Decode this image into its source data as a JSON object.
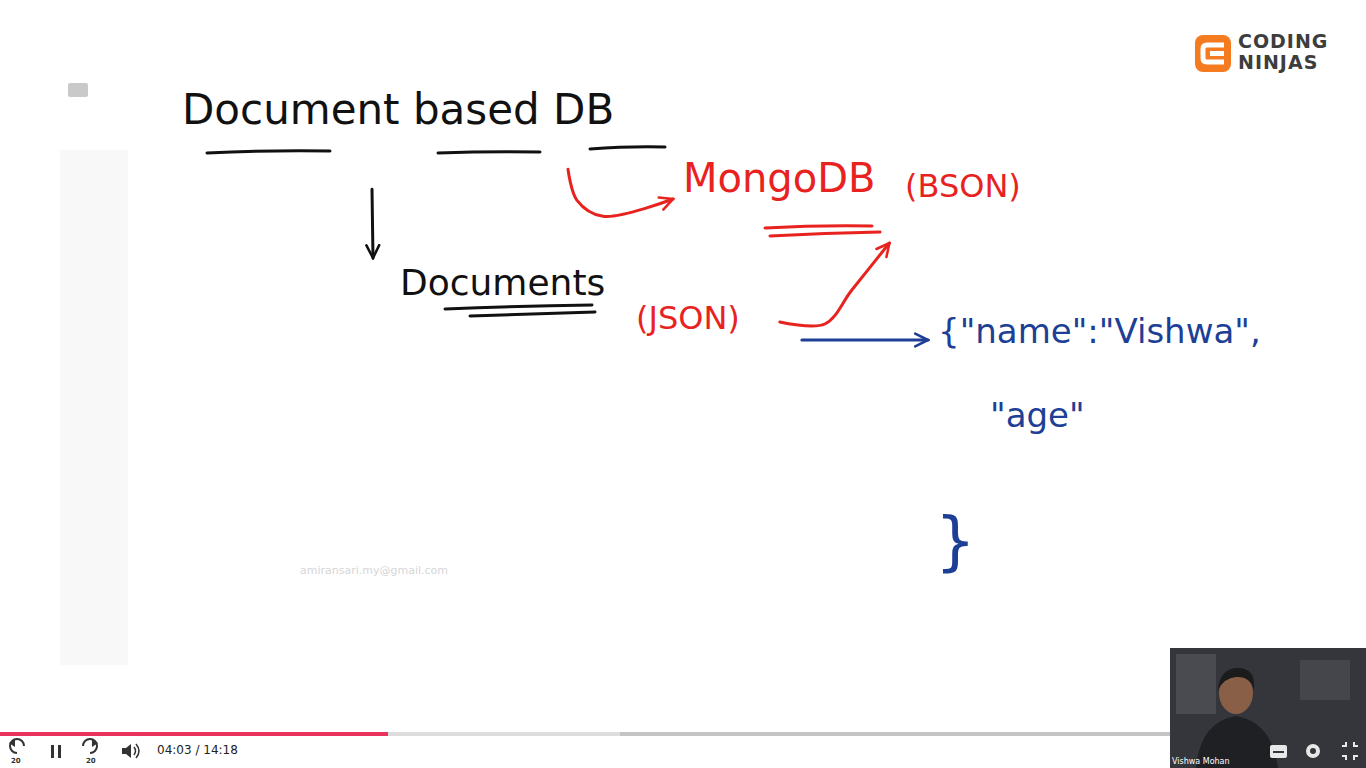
{
  "diagram": {
    "nodes": [
      {
        "text": [
          "Document based DB"
        ]
      },
      {
        "text": [
          "MongoDB"
        ]
      },
      {
        "text": [
          "(BSON)"
        ]
      },
      {
        "text": [
          "Documents"
        ]
      },
      {
        "text": [
          "(JSON)"
        ]
      },
      {
        "text": [
          "{\"name\":\"Vishwa\",",
          "\"age\"",
          "}"
        ]
      }
    ],
    "edges": [
      {
        "from": 0,
        "to": 3,
        "arrow": "to"
      },
      {
        "from": 0,
        "to": 1,
        "arrow": "to"
      },
      {
        "from": 4,
        "to": 1,
        "arrow": "to"
      },
      {
        "from": 4,
        "to": 5,
        "arrow": "to"
      }
    ],
    "labels": [
      "CODING",
      "NINJAS",
      "amiransari.my@gmail.com",
      "20",
      "20",
      "04:03 / 14:18",
      "Vishwa Mohan"
    ]
  }
}
